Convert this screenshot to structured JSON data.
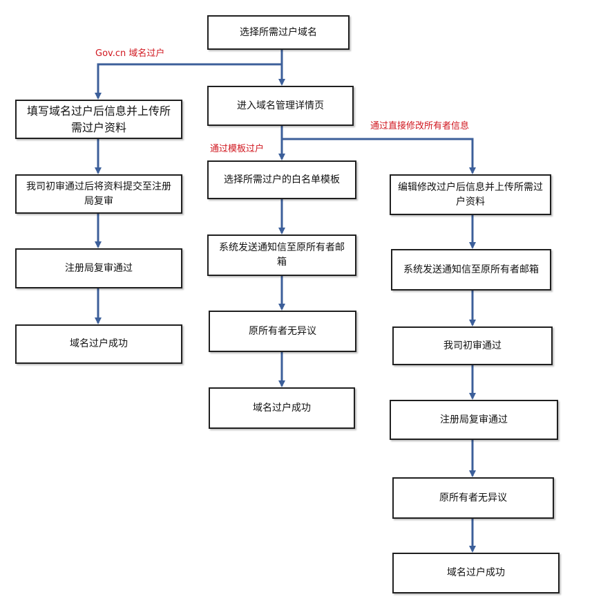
{
  "nodes": {
    "start": "选择所需过户域名",
    "enter_manage": "进入域名管理详情页",
    "gov_fill": "填写域名过户后信息并上传所需过户资料",
    "gov_submit": "我司初审通过后将资料提交至注册局复审",
    "gov_review": "注册局复审通过",
    "gov_success": "域名过户成功",
    "tpl_select": "选择所需过户的白名单模板",
    "tpl_email": "系统发送通知信至原所有者邮箱",
    "tpl_noobj": "原所有者无异议",
    "tpl_success": "域名过户成功",
    "dir_edit": "编辑修改过户后信息并上传所需过户资料",
    "dir_email": "系统发送通知信至原所有者邮箱",
    "dir_firstcheck": "我司初审通过",
    "dir_review": "注册局复审通过",
    "dir_noobj": "原所有者无异议",
    "dir_success": "域名过户成功"
  },
  "labels": {
    "gov": "Gov.cn 域名过户",
    "template": "通过模板过户",
    "direct": "通过直接修改所有者信息"
  },
  "colors": {
    "arrow": "#3c5f9a",
    "label": "#d0161e",
    "border": "#1f1f1f"
  }
}
